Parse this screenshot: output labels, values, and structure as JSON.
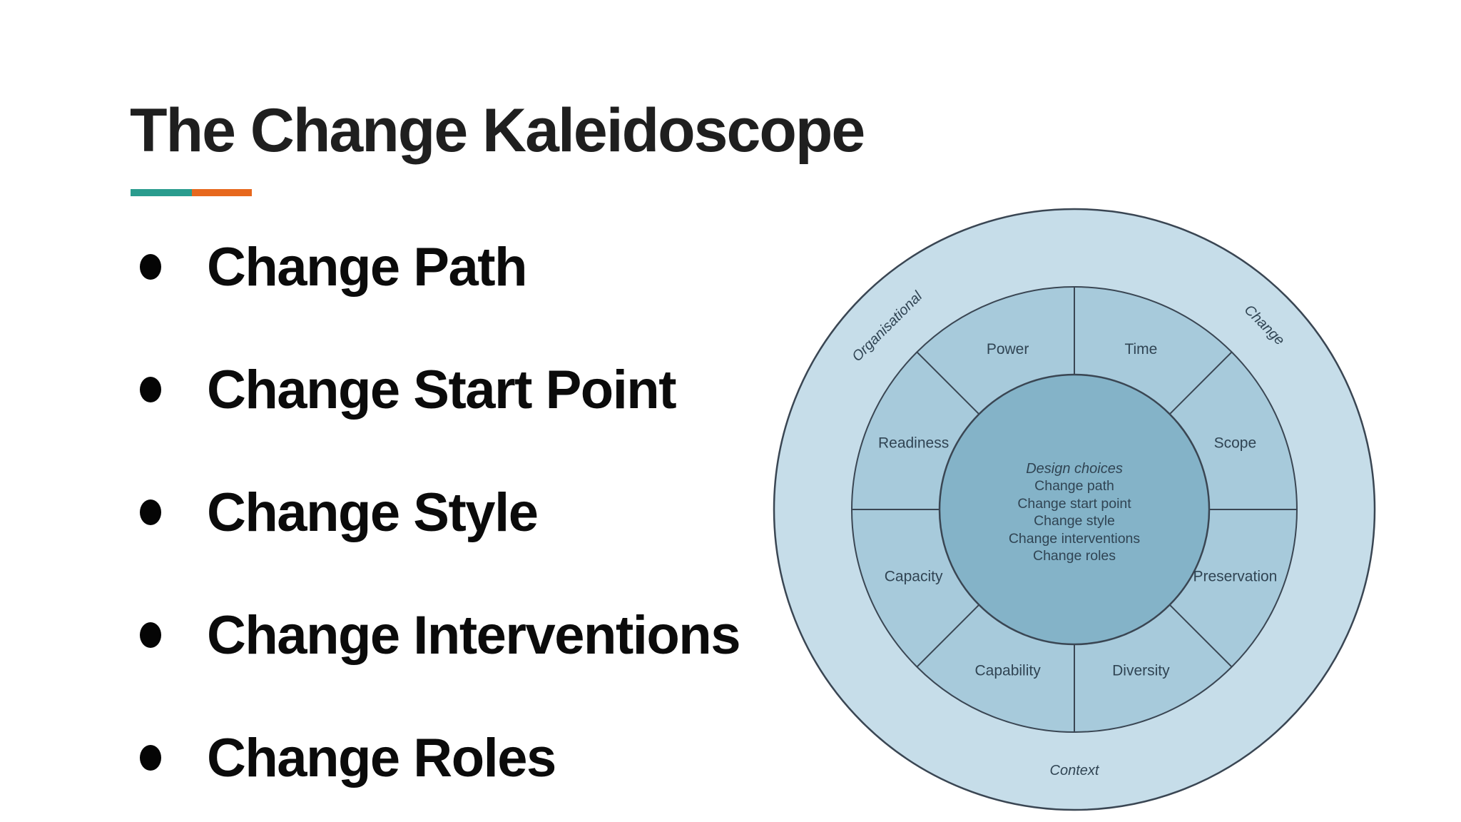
{
  "slide": {
    "title": "The Change Kaleidoscope",
    "bullets": [
      "Change Path",
      "Change Start Point",
      "Change Style",
      "Change Interventions",
      "Change Roles"
    ]
  },
  "diagram": {
    "outer_ring_labels": {
      "top_left": "Organisational",
      "top_right": "Change",
      "bottom": "Context"
    },
    "ring_segments": [
      "Power",
      "Time",
      "Scope",
      "Preservation",
      "Diversity",
      "Capability",
      "Capacity",
      "Readiness"
    ],
    "center": {
      "heading": "Design choices",
      "items": [
        "Change path",
        "Change start point",
        "Change style",
        "Change interventions",
        "Change roles"
      ]
    },
    "colors": {
      "outer_ring": "#c6dde9",
      "middle_ring": "#a7cadb",
      "inner_circle": "#84b3c8",
      "outline": "#3a4653",
      "label_text": "#304453"
    }
  },
  "accent": {
    "teal": "#2a9c8e",
    "orange": "#e7681e",
    "title_text": "#1f1f1f",
    "bullet_text": "#0b0b0b"
  }
}
